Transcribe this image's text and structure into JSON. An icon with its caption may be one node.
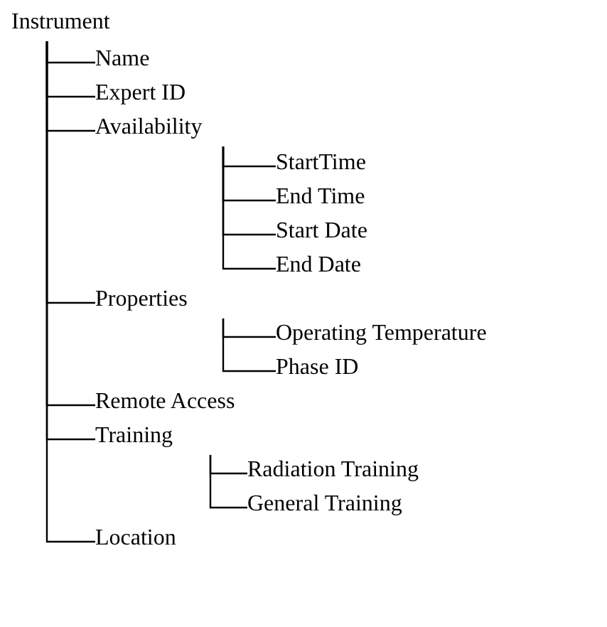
{
  "diagram": {
    "nodes": [
      {
        "text": [
          "Instrument"
        ]
      },
      {
        "text": [
          "Name"
        ]
      },
      {
        "text": [
          "Expert ID"
        ]
      },
      {
        "text": [
          "Availability"
        ]
      },
      {
        "text": [
          "StartTime"
        ]
      },
      {
        "text": [
          "End Time"
        ]
      },
      {
        "text": [
          "Start Date"
        ]
      },
      {
        "text": [
          "End Date"
        ]
      },
      {
        "text": [
          "Properties"
        ]
      },
      {
        "text": [
          "Operating Temperature"
        ]
      },
      {
        "text": [
          "Phase ID"
        ]
      },
      {
        "text": [
          "Remote Access"
        ]
      },
      {
        "text": [
          "Training"
        ]
      },
      {
        "text": [
          "Radiation Training"
        ]
      },
      {
        "text": [
          "General Training"
        ]
      },
      {
        "text": [
          "Location"
        ]
      }
    ],
    "edges": [
      {
        "from": 0,
        "to": 1,
        "arrow": "none"
      },
      {
        "from": 0,
        "to": 2,
        "arrow": "none"
      },
      {
        "from": 0,
        "to": 3,
        "arrow": "none"
      },
      {
        "from": 3,
        "to": 4,
        "arrow": "none"
      },
      {
        "from": 3,
        "to": 5,
        "arrow": "none"
      },
      {
        "from": 3,
        "to": 6,
        "arrow": "none"
      },
      {
        "from": 3,
        "to": 7,
        "arrow": "none"
      },
      {
        "from": 0,
        "to": 8,
        "arrow": "none"
      },
      {
        "from": 8,
        "to": 9,
        "arrow": "none"
      },
      {
        "from": 8,
        "to": 10,
        "arrow": "none"
      },
      {
        "from": 0,
        "to": 11,
        "arrow": "none"
      },
      {
        "from": 0,
        "to": 12,
        "arrow": "none"
      },
      {
        "from": 12,
        "to": 13,
        "arrow": "none"
      },
      {
        "from": 12,
        "to": 14,
        "arrow": "none"
      },
      {
        "from": 0,
        "to": 15,
        "arrow": "none"
      }
    ]
  }
}
